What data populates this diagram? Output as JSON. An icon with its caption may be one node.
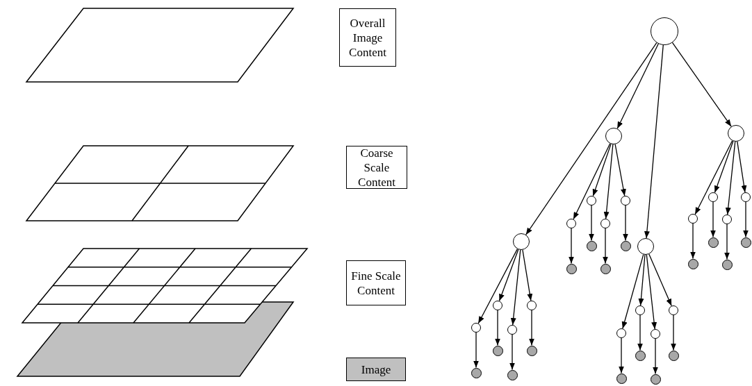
{
  "diagram": {
    "nodes": [
      {
        "text": [
          "Overall Image Content"
        ]
      },
      {
        "text": [
          "Coarse Scale Content"
        ]
      },
      {
        "text": [
          "Fine Scale Content"
        ]
      },
      {
        "text": [
          "Image"
        ]
      },
      {
        "text": [],
        "shape": "circle"
      },
      {
        "text": [],
        "shape": "circle"
      },
      {
        "text": [],
        "shape": "circle"
      },
      {
        "text": [],
        "shape": "circle"
      },
      {
        "text": [],
        "shape": "circle"
      },
      {
        "text": [],
        "shape": "circle"
      },
      {
        "text": [],
        "shape": "circle"
      },
      {
        "text": [],
        "shape": "circle"
      },
      {
        "text": [],
        "shape": "circle"
      },
      {
        "text": [],
        "shape": "circle"
      },
      {
        "text": [],
        "shape": "circle"
      },
      {
        "text": [],
        "shape": "circle"
      },
      {
        "text": [],
        "shape": "circle"
      },
      {
        "text": [],
        "shape": "circle"
      },
      {
        "text": [],
        "shape": "circle"
      },
      {
        "text": [],
        "shape": "circle"
      },
      {
        "text": [],
        "shape": "circle"
      },
      {
        "text": [],
        "shape": "circle"
      },
      {
        "text": [],
        "shape": "circle"
      },
      {
        "text": [],
        "shape": "circle"
      },
      {
        "text": [],
        "shape": "circle"
      },
      {
        "text": [],
        "shape": "circle"
      },
      {
        "text": [],
        "shape": "circle"
      },
      {
        "text": [],
        "shape": "circle"
      },
      {
        "text": [],
        "shape": "circle"
      },
      {
        "text": [],
        "shape": "circle"
      },
      {
        "text": [],
        "shape": "circle"
      },
      {
        "text": [],
        "shape": "circle"
      },
      {
        "text": [],
        "shape": "circle"
      },
      {
        "text": [],
        "shape": "circle"
      },
      {
        "text": [],
        "shape": "circle"
      },
      {
        "text": [],
        "shape": "circle"
      },
      {
        "text": [],
        "shape": "circle"
      },
      {
        "text": [],
        "shape": "circle"
      },
      {
        "text": [],
        "shape": "circle"
      },
      {
        "text": [],
        "shape": "circle"
      },
      {
        "text": [],
        "shape": "circle"
      }
    ],
    "edges": [
      {
        "from": 4,
        "to": 5,
        "arrow": "to"
      },
      {
        "from": 4,
        "to": 6,
        "arrow": "to"
      },
      {
        "from": 4,
        "to": 7,
        "arrow": "to"
      },
      {
        "from": 4,
        "to": 8,
        "arrow": "to"
      },
      {
        "from": 5,
        "to": 9,
        "arrow": "to"
      },
      {
        "from": 5,
        "to": 10,
        "arrow": "to"
      },
      {
        "from": 5,
        "to": 11,
        "arrow": "to"
      },
      {
        "from": 5,
        "to": 12,
        "arrow": "to"
      },
      {
        "from": 6,
        "to": 13,
        "arrow": "to"
      },
      {
        "from": 6,
        "to": 14,
        "arrow": "to"
      },
      {
        "from": 6,
        "to": 15,
        "arrow": "to"
      },
      {
        "from": 6,
        "to": 16,
        "arrow": "to"
      },
      {
        "from": 7,
        "to": 17,
        "arrow": "to"
      },
      {
        "from": 7,
        "to": 18,
        "arrow": "to"
      },
      {
        "from": 7,
        "to": 19,
        "arrow": "to"
      },
      {
        "from": 7,
        "to": 20,
        "arrow": "to"
      },
      {
        "from": 8,
        "to": 21,
        "arrow": "to"
      },
      {
        "from": 8,
        "to": 22,
        "arrow": "to"
      },
      {
        "from": 8,
        "to": 23,
        "arrow": "to"
      },
      {
        "from": 8,
        "to": 24,
        "arrow": "to"
      },
      {
        "from": 9,
        "to": 25,
        "arrow": "to"
      },
      {
        "from": 10,
        "to": 26,
        "arrow": "to"
      },
      {
        "from": 11,
        "to": 27,
        "arrow": "to"
      },
      {
        "from": 12,
        "to": 28,
        "arrow": "to"
      },
      {
        "from": 13,
        "to": 29,
        "arrow": "to"
      },
      {
        "from": 14,
        "to": 30,
        "arrow": "to"
      },
      {
        "from": 15,
        "to": 31,
        "arrow": "to"
      },
      {
        "from": 16,
        "to": 32,
        "arrow": "to"
      },
      {
        "from": 17,
        "to": 33,
        "arrow": "to"
      },
      {
        "from": 18,
        "to": 34,
        "arrow": "to"
      },
      {
        "from": 19,
        "to": 35,
        "arrow": "to"
      },
      {
        "from": 20,
        "to": 36,
        "arrow": "to"
      },
      {
        "from": 21,
        "to": 37,
        "arrow": "to"
      },
      {
        "from": 22,
        "to": 38,
        "arrow": "to"
      },
      {
        "from": 23,
        "to": 39,
        "arrow": "to"
      },
      {
        "from": 24,
        "to": 40,
        "arrow": "to"
      }
    ]
  }
}
